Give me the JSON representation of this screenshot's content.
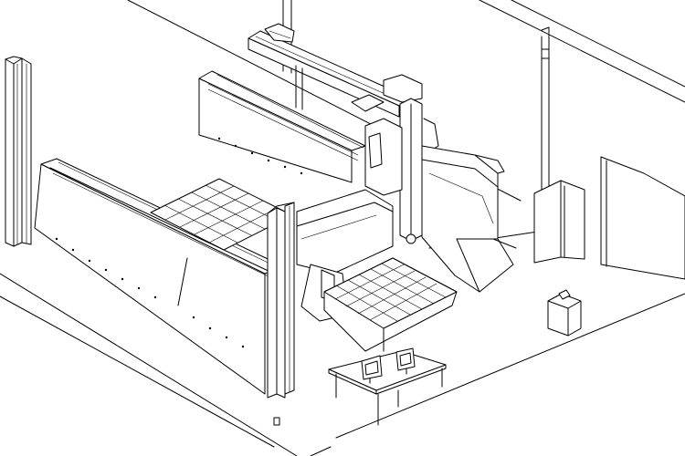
{
  "drawing": {
    "subject": "cnc-gantry-machine-isometric-layout",
    "colors": {
      "line": "#000000",
      "background": "#ffffff"
    },
    "grid_tables": [
      {
        "name": "left-grid-table",
        "rows": 5,
        "cols": 5
      },
      {
        "name": "right-grid-table",
        "rows": 5,
        "cols": 6
      }
    ],
    "monitors_on_desk": 2
  }
}
